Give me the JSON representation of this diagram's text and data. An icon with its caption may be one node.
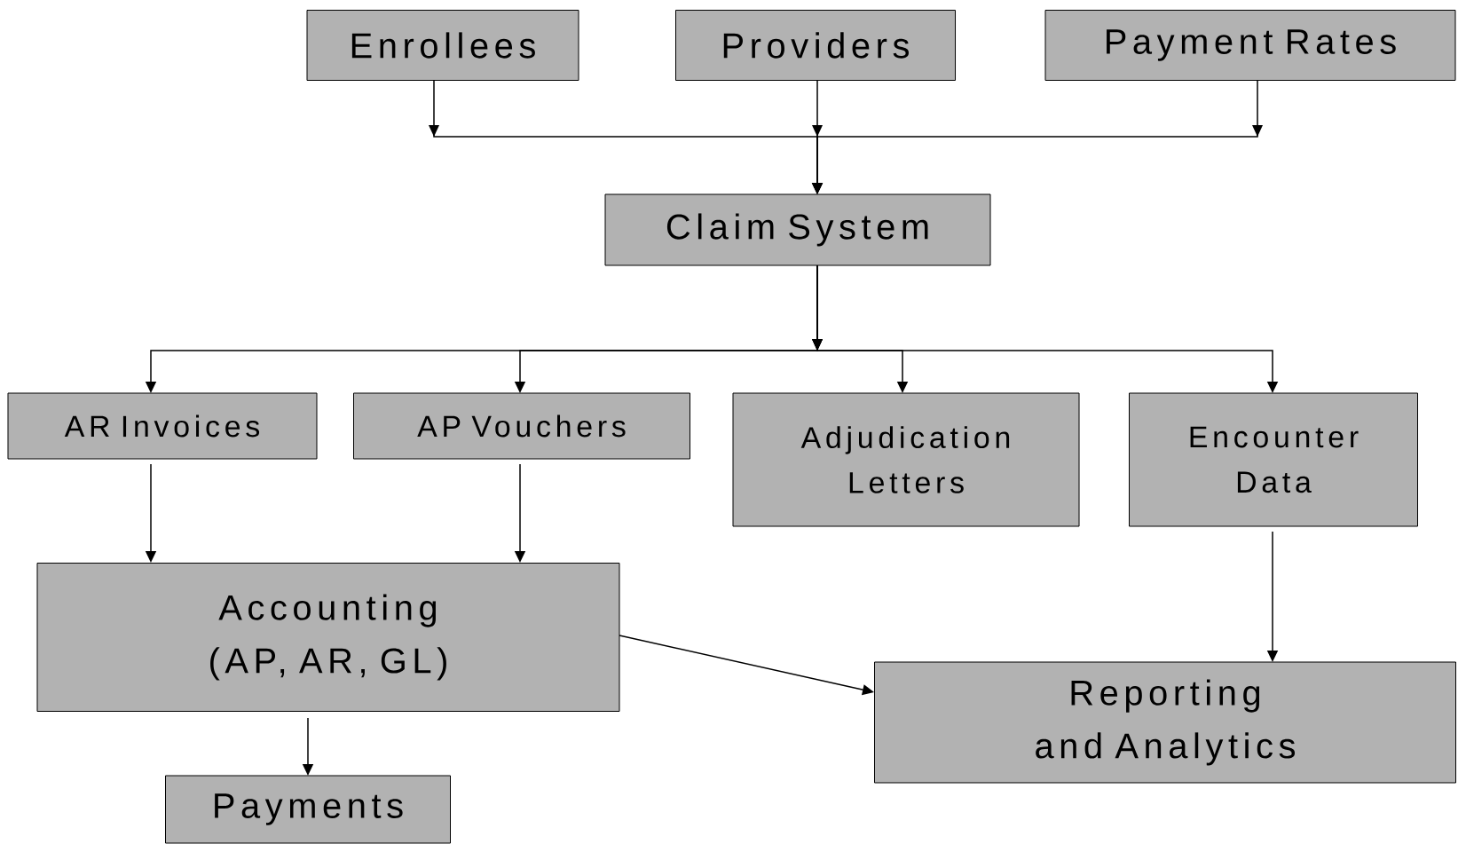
{
  "diagram": {
    "nodes": [
      {
        "text": [
          "Enrollees"
        ]
      },
      {
        "text": [
          "Providers"
        ]
      },
      {
        "text": [
          "Payment Rates"
        ]
      },
      {
        "text": [
          "Claim System"
        ]
      },
      {
        "text": [
          "AR Invoices"
        ]
      },
      {
        "text": [
          "AP Vouchers"
        ]
      },
      {
        "text": [
          "Adjudication Letters"
        ]
      },
      {
        "text": [
          "Encounter Data"
        ]
      },
      {
        "text": [
          "Accounting (AP, AR, GL)"
        ]
      },
      {
        "text": [
          "Reporting and Analytics"
        ]
      },
      {
        "text": [
          "Payments"
        ]
      }
    ],
    "edges": [
      {
        "from": 0,
        "to": 3,
        "arrow": "to"
      },
      {
        "from": 1,
        "to": 3,
        "arrow": "to"
      },
      {
        "from": 2,
        "to": 3,
        "arrow": "to"
      },
      {
        "from": 3,
        "to": 4,
        "arrow": "to"
      },
      {
        "from": 3,
        "to": 5,
        "arrow": "to"
      },
      {
        "from": 3,
        "to": 6,
        "arrow": "to"
      },
      {
        "from": 3,
        "to": 7,
        "arrow": "to"
      },
      {
        "from": 4,
        "to": 8,
        "arrow": "to"
      },
      {
        "from": 5,
        "to": 8,
        "arrow": "to"
      },
      {
        "from": 7,
        "to": 9,
        "arrow": "to"
      },
      {
        "from": 8,
        "to": 9,
        "arrow": "to"
      },
      {
        "from": 8,
        "to": 10,
        "arrow": "to"
      }
    ]
  }
}
